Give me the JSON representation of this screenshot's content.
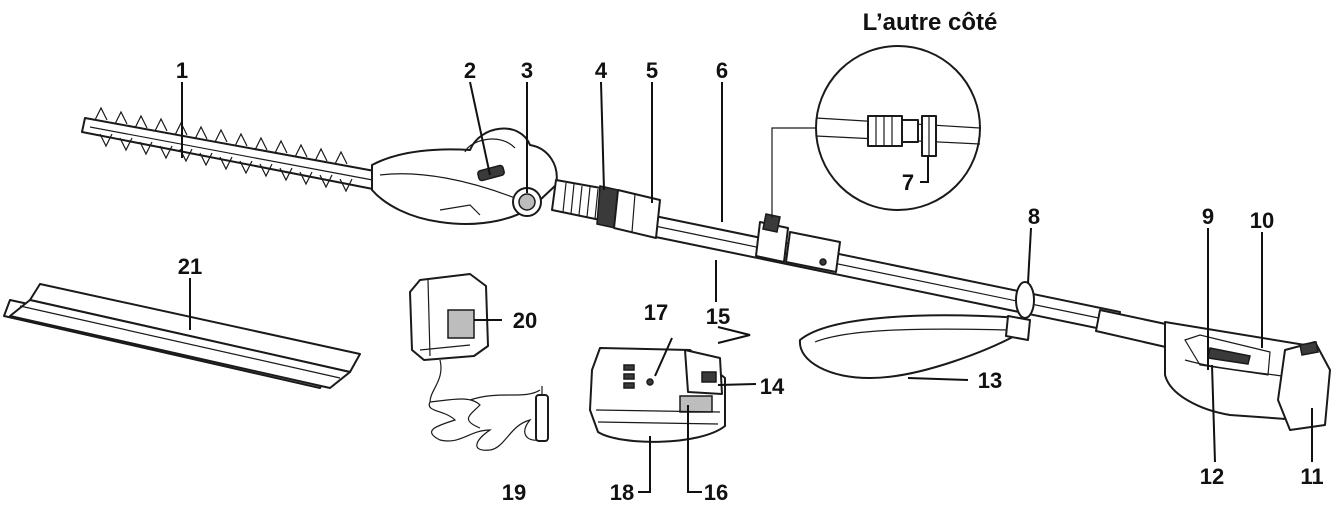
{
  "diagram": {
    "inset_title": "L’autre côté",
    "labels": {
      "p1": "1",
      "p2": "2",
      "p3": "3",
      "p4": "4",
      "p5": "5",
      "p6": "6",
      "p7": "7",
      "p8": "8",
      "p9": "9",
      "p10": "10",
      "p11": "11",
      "p12": "12",
      "p13": "13",
      "p14": "14",
      "p15": "15",
      "p16": "16",
      "p17": "17",
      "p18": "18",
      "p19": "19",
      "p20": "20",
      "p21": "21"
    }
  }
}
